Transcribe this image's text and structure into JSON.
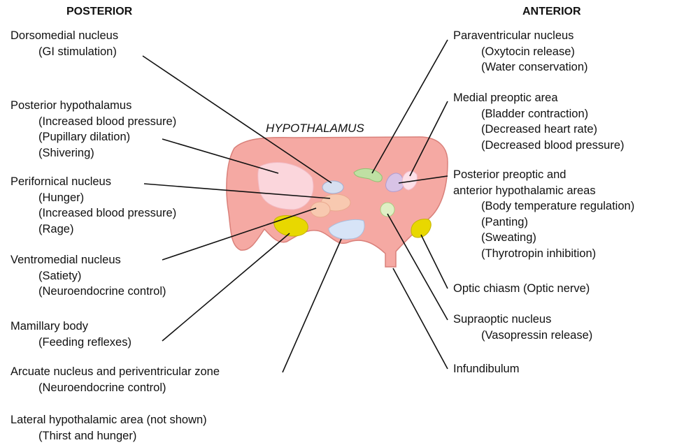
{
  "headers": {
    "posterior": "POSTERIOR",
    "anterior": "ANTERIOR"
  },
  "structure_title": "HYPOTHALAMUS",
  "labels": {
    "dorsomedial": {
      "name": "Dorsomedial nucleus",
      "functions": [
        "(GI stimulation)"
      ]
    },
    "posterior_hypothalamus": {
      "name": "Posterior hypothalamus",
      "functions": [
        "(Increased blood pressure)",
        "(Pupillary dilation)",
        "(Shivering)"
      ]
    },
    "perifornical": {
      "name": "Perifornical nucleus",
      "functions": [
        "(Hunger)",
        "(Increased blood pressure)",
        "(Rage)"
      ]
    },
    "ventromedial": {
      "name": "Ventromedial nucleus",
      "functions": [
        "(Satiety)",
        "(Neuroendocrine control)"
      ]
    },
    "mamillary": {
      "name": "Mamillary body",
      "functions": [
        "(Feeding reflexes)"
      ]
    },
    "arcuate": {
      "name": "Arcuate nucleus and periventricular zone",
      "functions": [
        "(Neuroendocrine control)"
      ]
    },
    "lateral": {
      "name": "Lateral hypothalamic area (not shown)",
      "functions": [
        "(Thirst and hunger)"
      ]
    },
    "paraventricular": {
      "name": "Paraventricular nucleus",
      "functions": [
        "(Oxytocin release)",
        "(Water conservation)"
      ]
    },
    "medial_preoptic": {
      "name": "Medial preoptic area",
      "functions": [
        "(Bladder contraction)",
        "(Decreased heart rate)",
        "(Decreased blood pressure)"
      ]
    },
    "posterior_preoptic": {
      "name": "Posterior preoptic and",
      "name2": "anterior hypothalamic areas",
      "functions": [
        "(Body temperature regulation)",
        "(Panting)",
        "(Sweating)",
        "(Thyrotropin inhibition)"
      ]
    },
    "optic_chiasm": {
      "name": "Optic chiasm (Optic nerve)",
      "functions": []
    },
    "supraoptic": {
      "name": "Supraoptic nucleus",
      "functions": [
        "(Vasopressin release)"
      ]
    },
    "infundibulum": {
      "name": "Infundibulum",
      "functions": []
    }
  },
  "colors": {
    "body_fill": "#f5a9a3",
    "body_stroke": "#d9807a",
    "leader": "#111111"
  }
}
